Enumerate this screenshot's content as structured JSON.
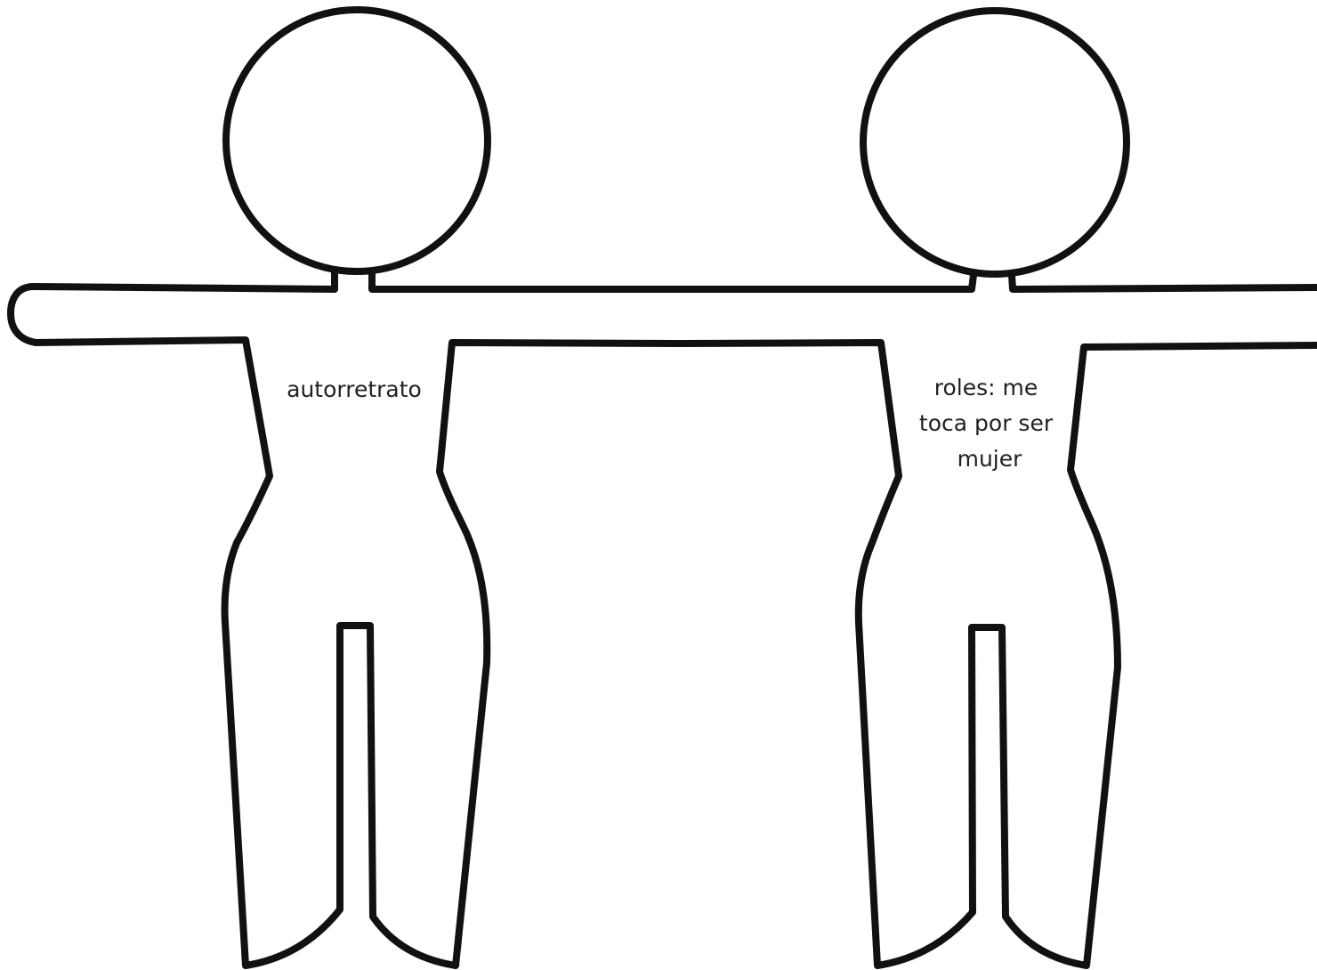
{
  "figures": [
    {
      "id": "left",
      "label_lines": [
        "autorretrato"
      ]
    },
    {
      "id": "right",
      "label_lines": [
        "roles: me",
        "toca por ser",
        "mujer"
      ]
    }
  ],
  "colors": {
    "background": "#ffffff",
    "outline": "#111111",
    "text": "#231f20"
  }
}
